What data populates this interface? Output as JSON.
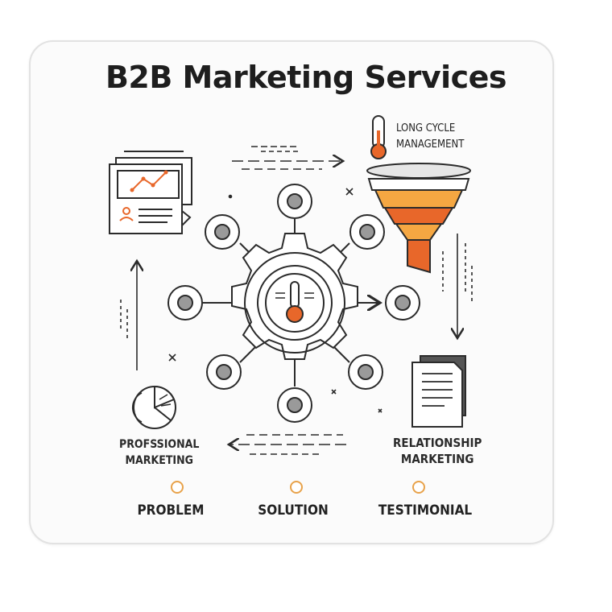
{
  "title": "B2B Marketing Services",
  "nodes": {
    "long_cycle": {
      "lines": [
        "LONG CYCLE",
        "MANAGEMENT"
      ]
    },
    "relationship": {
      "lines": [
        "RELATIONSHIP",
        "MARKETING"
      ]
    },
    "professional": {
      "lines": [
        "PROFSSIONAL",
        "MARKETING"
      ]
    }
  },
  "bottom_steps": [
    {
      "label": "PROBLEM"
    },
    {
      "label": "SOLUTION"
    },
    {
      "label": "TESTIMONIAL"
    }
  ],
  "colors": {
    "accent_orange": "#e8672a",
    "funnel_light": "#f5a742",
    "line": "#2b2b2b",
    "gray_dot": "#9a9a9a"
  }
}
